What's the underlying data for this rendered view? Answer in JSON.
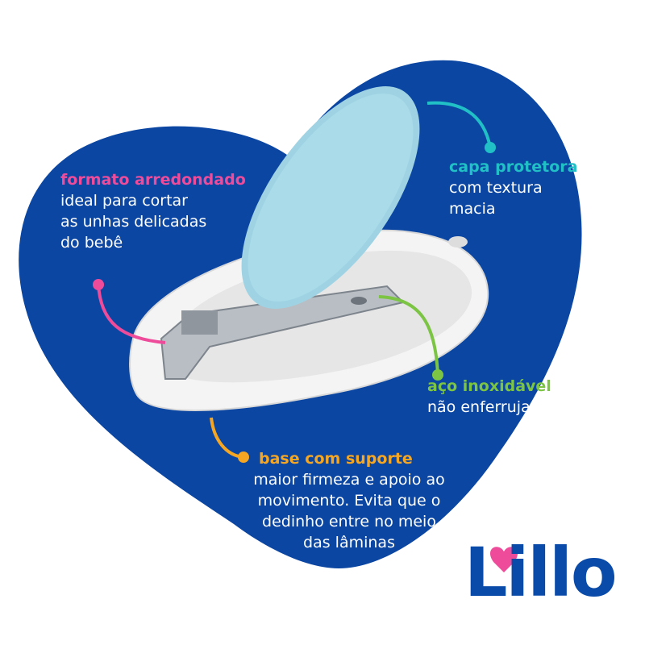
{
  "colors": {
    "heart": "#0b46a3",
    "pink": "#ee4c9b",
    "teal": "#21c0c6",
    "green": "#7cc443",
    "orange": "#f5a623"
  },
  "callouts": [
    {
      "title": "formato arredondado",
      "lines": [
        "ideal para cortar",
        "as unhas delicadas",
        "do bebê"
      ]
    },
    {
      "title": "capa protetora",
      "lines": [
        "com textura",
        "macia"
      ]
    },
    {
      "title": "aço inoxidável",
      "lines": [
        "não enferruja"
      ]
    },
    {
      "title": "base com suporte",
      "lines": [
        "maior firmeza e apoio ao",
        "movimento. Evita que o",
        "dedinho entre no meio",
        "das lâminas"
      ]
    }
  ],
  "logo": {
    "text": "Lillo"
  }
}
